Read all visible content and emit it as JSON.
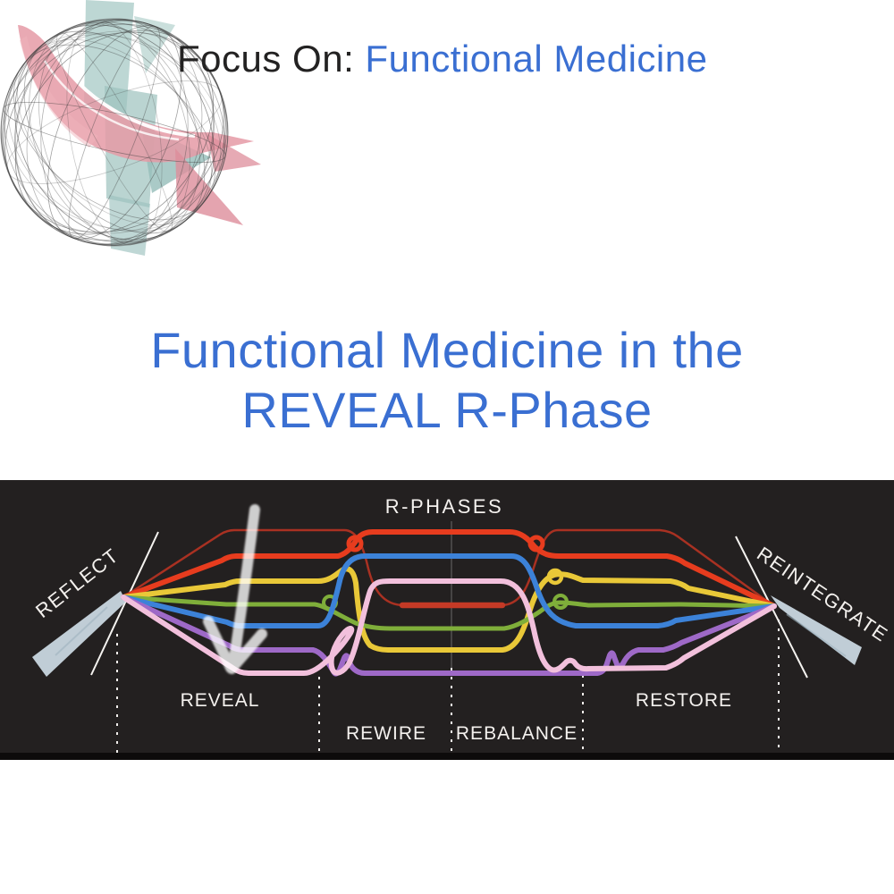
{
  "header": {
    "prefix": "Focus On:",
    "highlight": "Functional Medicine"
  },
  "title": {
    "line1": "Functional Medicine in the",
    "line2": "REVEAL R-Phase"
  },
  "banner": {
    "title": "R-PHASES",
    "prism_left_label": "REFLECT",
    "prism_right_label": "REINTEGRATE",
    "phases": [
      {
        "label": "REVEAL"
      },
      {
        "label": "REWIRE"
      },
      {
        "label": "REBALANCE"
      },
      {
        "label": "RESTORE"
      }
    ],
    "colors": {
      "background": "#232020",
      "dark_red": "#a93122",
      "red_center": "#c43a26",
      "red": "#e73c1e",
      "yellow": "#e9c838",
      "green": "#7fae3a",
      "blue": "#3c82d8",
      "purple": "#9e69c7",
      "pink": "#f2c0dc",
      "beam": "#c9d7e0",
      "label_white": "#f4f1ee"
    }
  },
  "accent_blue": "#3a6fd2",
  "logo_description": "wireframe-sphere-with-pink-and-teal-shapes"
}
